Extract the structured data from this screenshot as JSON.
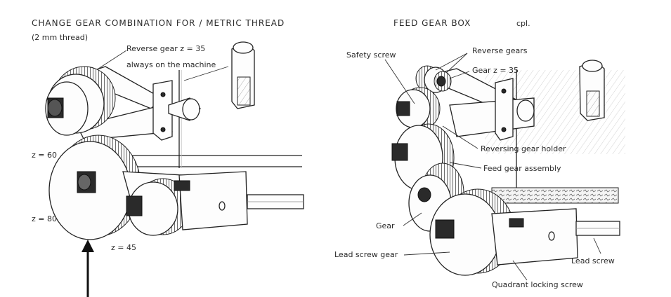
{
  "left_figure": {
    "title": "CHANGE GEAR COMBINATION FOR /  METRIC THREAD",
    "subtitle": "(2 mm thread)",
    "labels": {
      "reverse_gear_line1": "Reverse gear z = 35",
      "reverse_gear_line2": "always on the machine",
      "z60": "z = 60",
      "z80": "z = 80",
      "z45": "z = 45"
    }
  },
  "right_figure": {
    "title": "FEED GEAR BOX",
    "title_suffix": "cpl.",
    "labels": {
      "safety_screw": "Safety screw",
      "reverse_gears": "Reverse gears",
      "gear_z35": "Gear z = 35",
      "reversing_gear_holder": "Reversing gear holder",
      "feed_gear_assembly": "Feed gear assembly",
      "gear": "Gear",
      "lead_screw_gear": "Lead screw gear",
      "lead_screw": "Lead screw",
      "quadrant_locking_screw": "Quadrant locking screw"
    }
  }
}
